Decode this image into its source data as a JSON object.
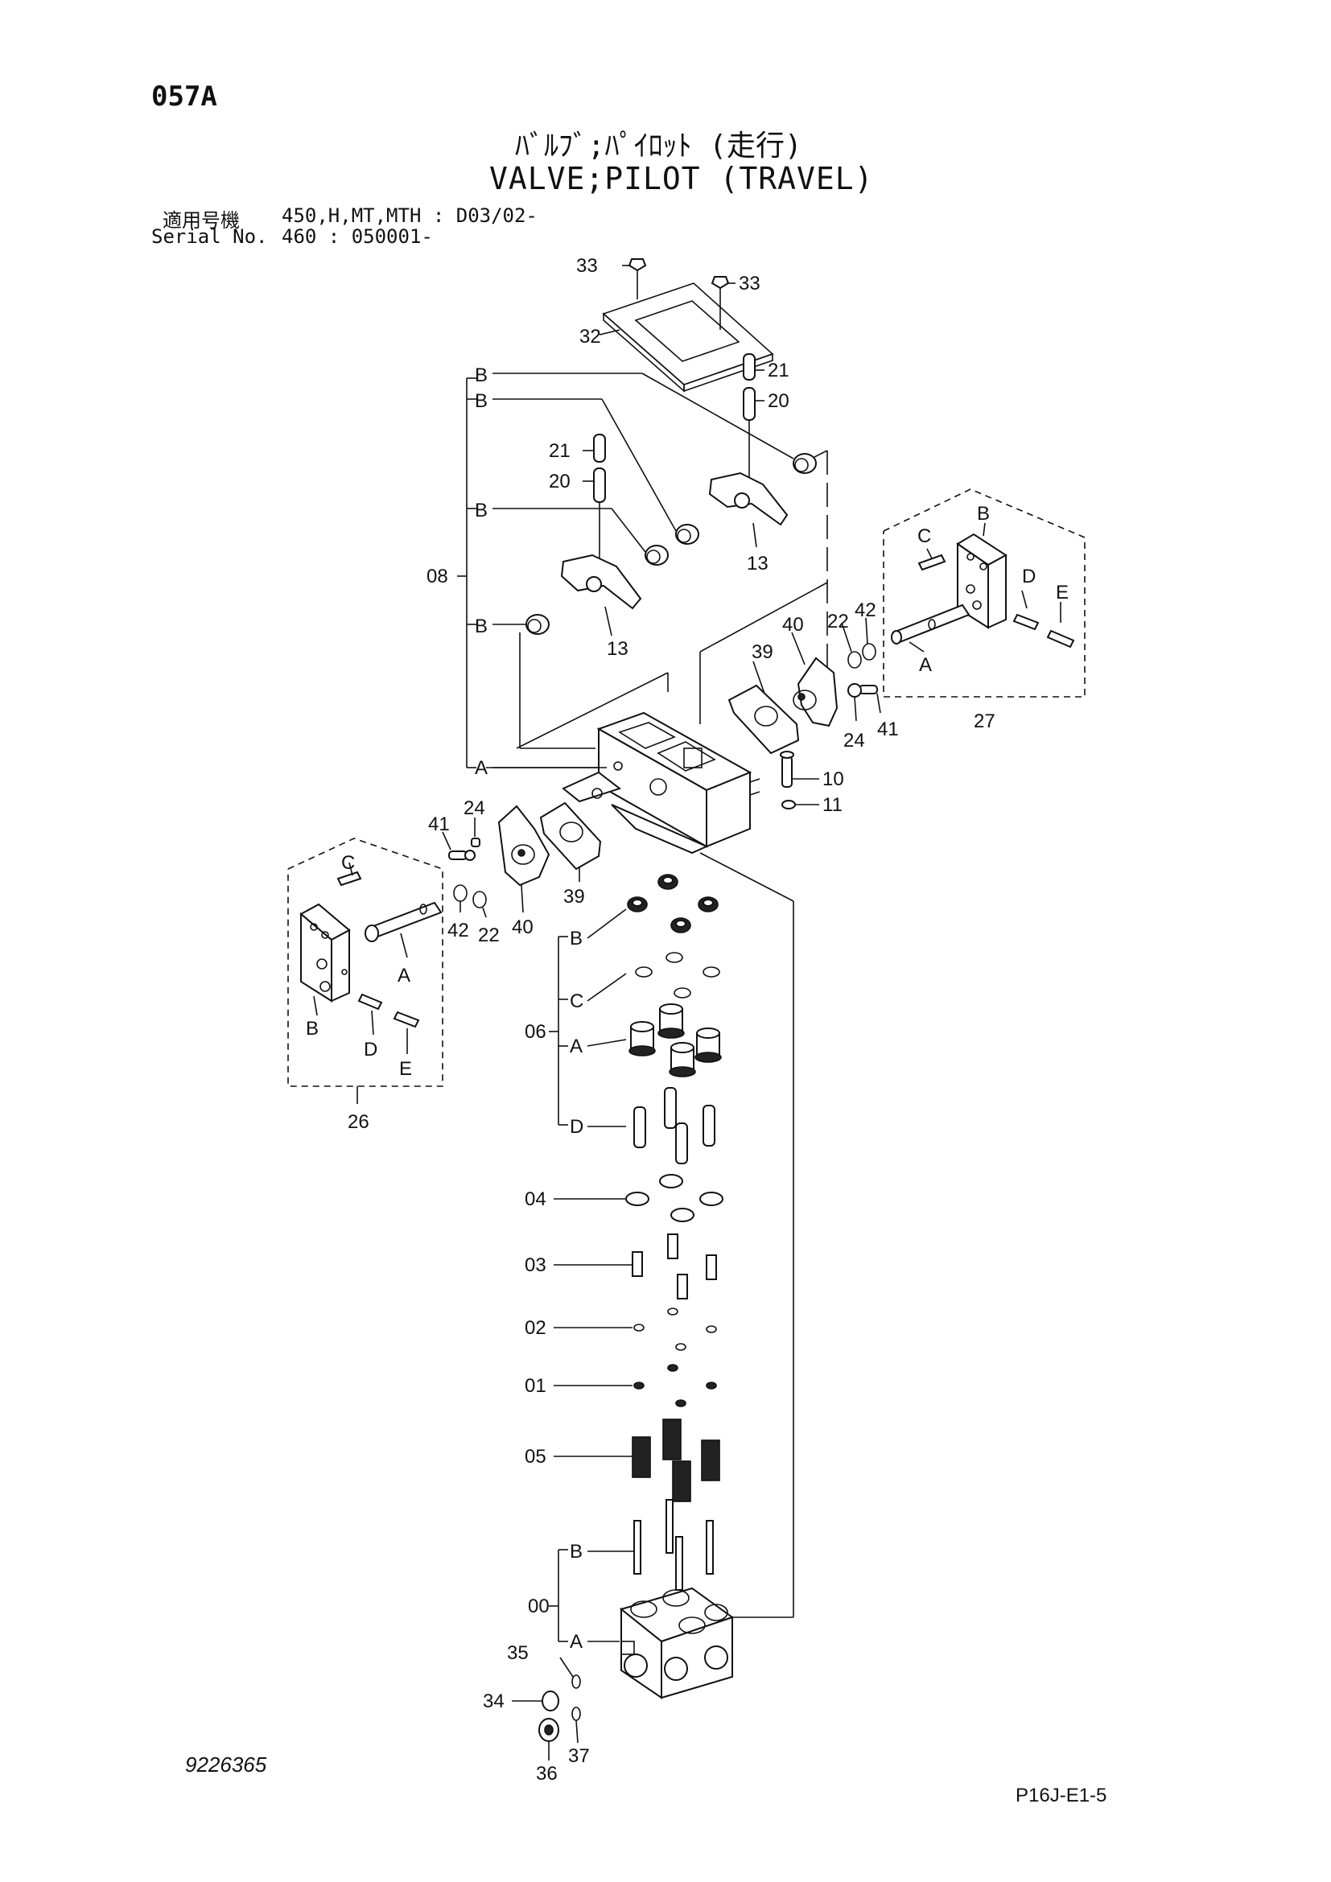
{
  "header": {
    "page_code": "057A",
    "title_jp": "ﾊﾞﾙﾌﾞ;ﾊﾟｲﾛｯﾄ (走行)",
    "title_en": "VALVE;PILOT (TRAVEL)",
    "model_label_jp": "適用号機",
    "model_value": "450,H,MT,MTH : D03/02-",
    "serial_label_en": "Serial No.",
    "serial_value": "460 : 050001-"
  },
  "footer": {
    "drawing_no": "9226365",
    "page_ref": "P16J-E1-5"
  },
  "callouts": {
    "c33": "33",
    "c32": "32",
    "c21": "21",
    "c20": "20",
    "c13": "13",
    "c08": "08",
    "cB": "B",
    "cA": "A",
    "cC": "C",
    "cD": "D",
    "cE": "E",
    "c27": "27",
    "c26": "26",
    "c22": "22",
    "c42": "42",
    "c40": "40",
    "c39": "39",
    "c24": "24",
    "c41": "41",
    "c10": "10",
    "c11": "11",
    "c06": "06",
    "c04": "04",
    "c03": "03",
    "c02": "02",
    "c01": "01",
    "c05": "05",
    "c00": "00",
    "c35": "35",
    "c34": "34",
    "c36": "36",
    "c37": "37"
  }
}
